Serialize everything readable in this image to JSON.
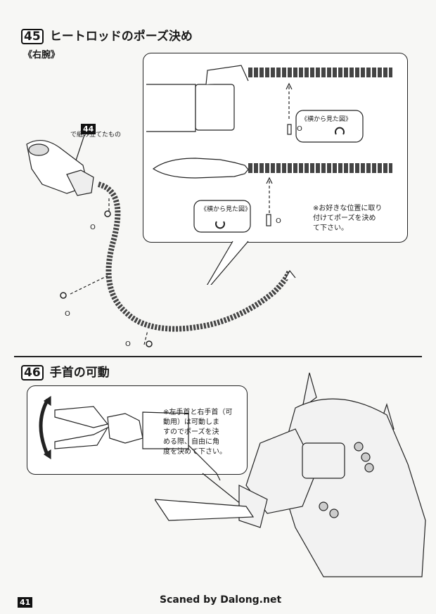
{
  "step45": {
    "number": "45",
    "title": "ヒートロッドのポーズ決め",
    "sub": "《右腕》",
    "ref_number": "44",
    "ref_caption": "で組み立てたもの",
    "view_label_top": "《横から見た図》",
    "view_label_bottom": "《横から見た図》",
    "note": [
      "※お好きな位置に取り",
      "付けてポーズを決め",
      "て下さい。"
    ],
    "o_label": "O"
  },
  "step46": {
    "number": "46",
    "title": "手首の可動",
    "note": [
      "※左手首と右手首（可",
      "動用）は可動しま",
      "すのでポーズを決",
      "める際、自由に角",
      "度を決めて下さい。"
    ]
  },
  "footer": {
    "page": "41",
    "credit": "Scaned by Dalong.net"
  }
}
